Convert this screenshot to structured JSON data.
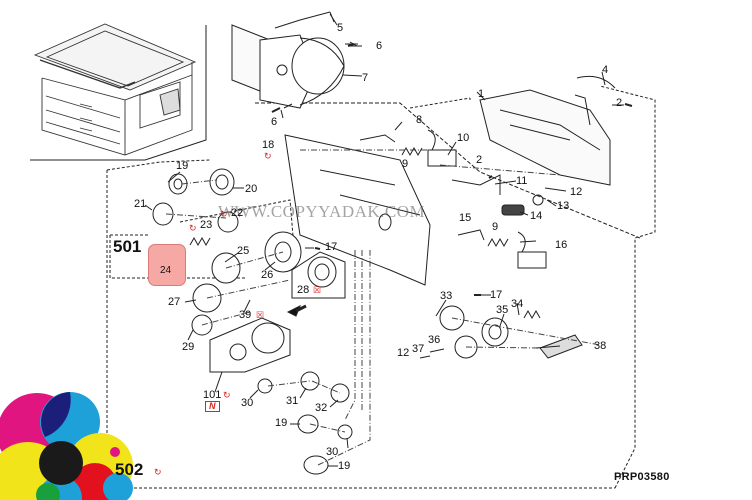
{
  "diagram": {
    "drawing_code": "PRP03580",
    "watermark": "WWW.COPYYADAK.COM",
    "group_labels": [
      {
        "id": "501",
        "label": "501"
      },
      {
        "id": "502",
        "label": "502"
      }
    ],
    "highlighted_part": "24",
    "part_labels": {
      "p1": "1",
      "p2a": "2",
      "p2b": "2",
      "p4": "4",
      "p5": "5",
      "p6a": "6",
      "p6b": "6",
      "p7": "7",
      "p8": "8",
      "p9a": "9",
      "p9b": "9",
      "p10": "10",
      "p11": "11",
      "p12a": "12",
      "p12b": "12",
      "p13": "13",
      "p14": "14",
      "p15": "15",
      "p16": "16",
      "p17a": "17",
      "p17b": "17",
      "p18": "18",
      "p19a": "19",
      "p19b": "19",
      "p19c": "19",
      "p20": "20",
      "p21": "21",
      "p22": "22",
      "p23": "23",
      "p24": "24",
      "p25": "25",
      "p26": "26",
      "p27": "27",
      "p28": "28",
      "p29": "29",
      "p30a": "30",
      "p30b": "30",
      "p31": "31",
      "p32": "32",
      "p33": "33",
      "p34": "34",
      "p35": "35",
      "p36": "36",
      "p37": "37",
      "p38": "38",
      "p39": "39",
      "p101": "101"
    },
    "symbols": {
      "rotate": "↻",
      "no_stock": "☒",
      "n_tag": "N"
    },
    "colors": {
      "highlight": "#f6a8a5",
      "symbol_red": "#dd2222",
      "logo_magenta": "#e0157f",
      "logo_cyan": "#1ea0d8",
      "logo_yellow": "#f2e41a",
      "logo_black": "#1a1a1a",
      "logo_red": "#e3101e",
      "logo_green": "#18a03c",
      "logo_navy": "#1b1f7a"
    }
  }
}
